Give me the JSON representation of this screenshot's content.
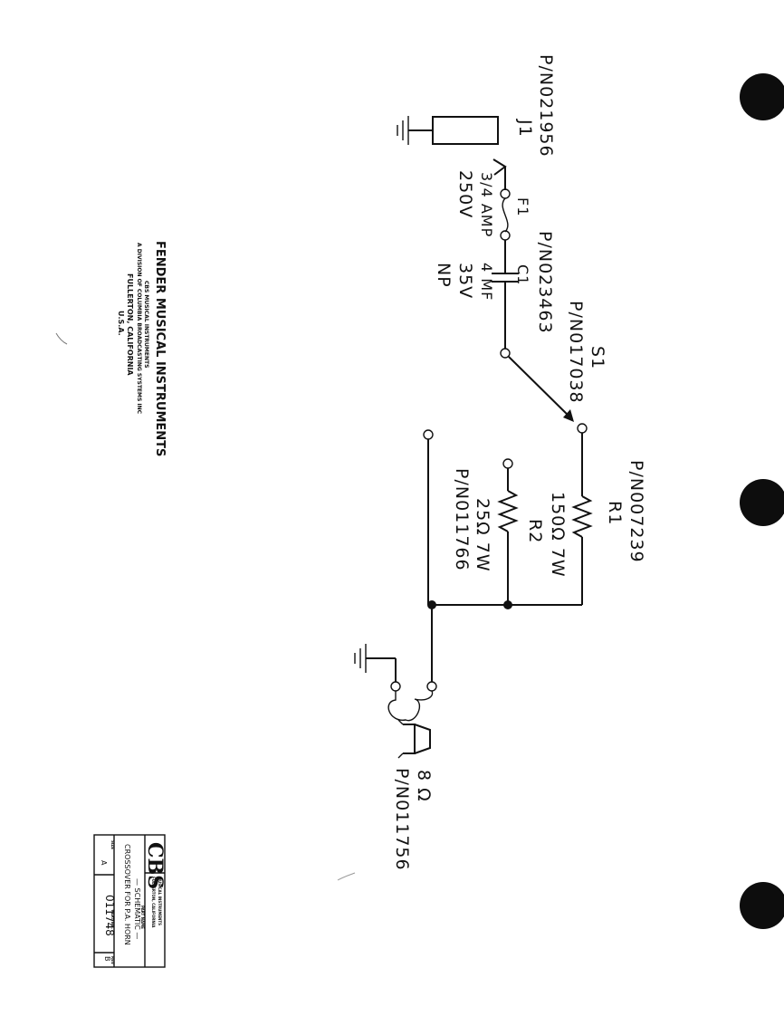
{
  "labels": {
    "j1_part": "P/N021956",
    "j1_ref": "J1",
    "f1_ref": "F1",
    "f1_rating": "3/4 AMP",
    "f1_voltage": "250V",
    "c1_part": "P/N023463",
    "c1_ref": "C1",
    "c1_value": "4 MF",
    "c1_voltage": "35V",
    "c1_type": "NP",
    "s1_ref": "S1",
    "s1_part": "P/N017038",
    "r1_part": "P/N007239",
    "r1_ref": "R1",
    "r1_value": "150Ω 7W",
    "r2_ref": "R2",
    "r2_value": "25Ω 7W",
    "r2_part": "P/N011766",
    "spk_value": "8 Ω",
    "spk_part": "P/N011756"
  },
  "company": {
    "name": "FENDER MUSICAL INSTRUMENTS",
    "division": "CBS MUSICAL INSTRUMENTS",
    "parent": "A DIVISION OF COLUMBIA BROADCASTING SYSTEMS INC",
    "city": "FULLERTON, CALIFORNIA",
    "country": "U.S.A."
  },
  "title_block": {
    "logo": "CBS",
    "maker1": "MUSICAL INSTRUMENTS",
    "maker2": "FULLERTON, CALIFORNIA",
    "part_name_label": "PART NAME",
    "part_name1": "— SCHEMATIC —",
    "part_name2": "CROSSOVER FOR P.A. HORN",
    "size_label": "SIZE",
    "size_value": "A",
    "part_no_label": "PART NO.",
    "part_no": "011748",
    "rev_label": "REV",
    "rev_value": "B"
  }
}
